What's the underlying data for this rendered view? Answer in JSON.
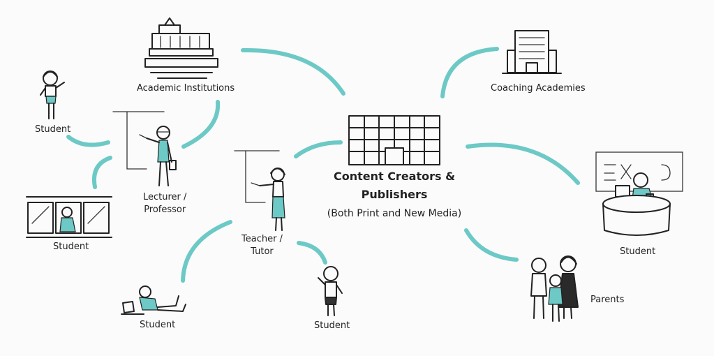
{
  "center": {
    "title_line1": "Content Creators &",
    "title_line2": "Publishers",
    "subtitle": "(Both Print and New Media)"
  },
  "nodes": {
    "academic_institutions": "Academic Institutions",
    "coaching_academies": "Coaching Academies",
    "lecturer_line1": "Lecturer /",
    "lecturer_line2": "Professor",
    "teacher_line1": "Teacher /",
    "teacher_line2": "Tutor",
    "student_top_left": "Student",
    "student_train": "Student",
    "student_laptop": "Student",
    "student_standing": "Student",
    "student_desk": "Student",
    "parents": "Parents"
  },
  "colors": {
    "accent": "#6cc9c6",
    "ink": "#222222"
  }
}
